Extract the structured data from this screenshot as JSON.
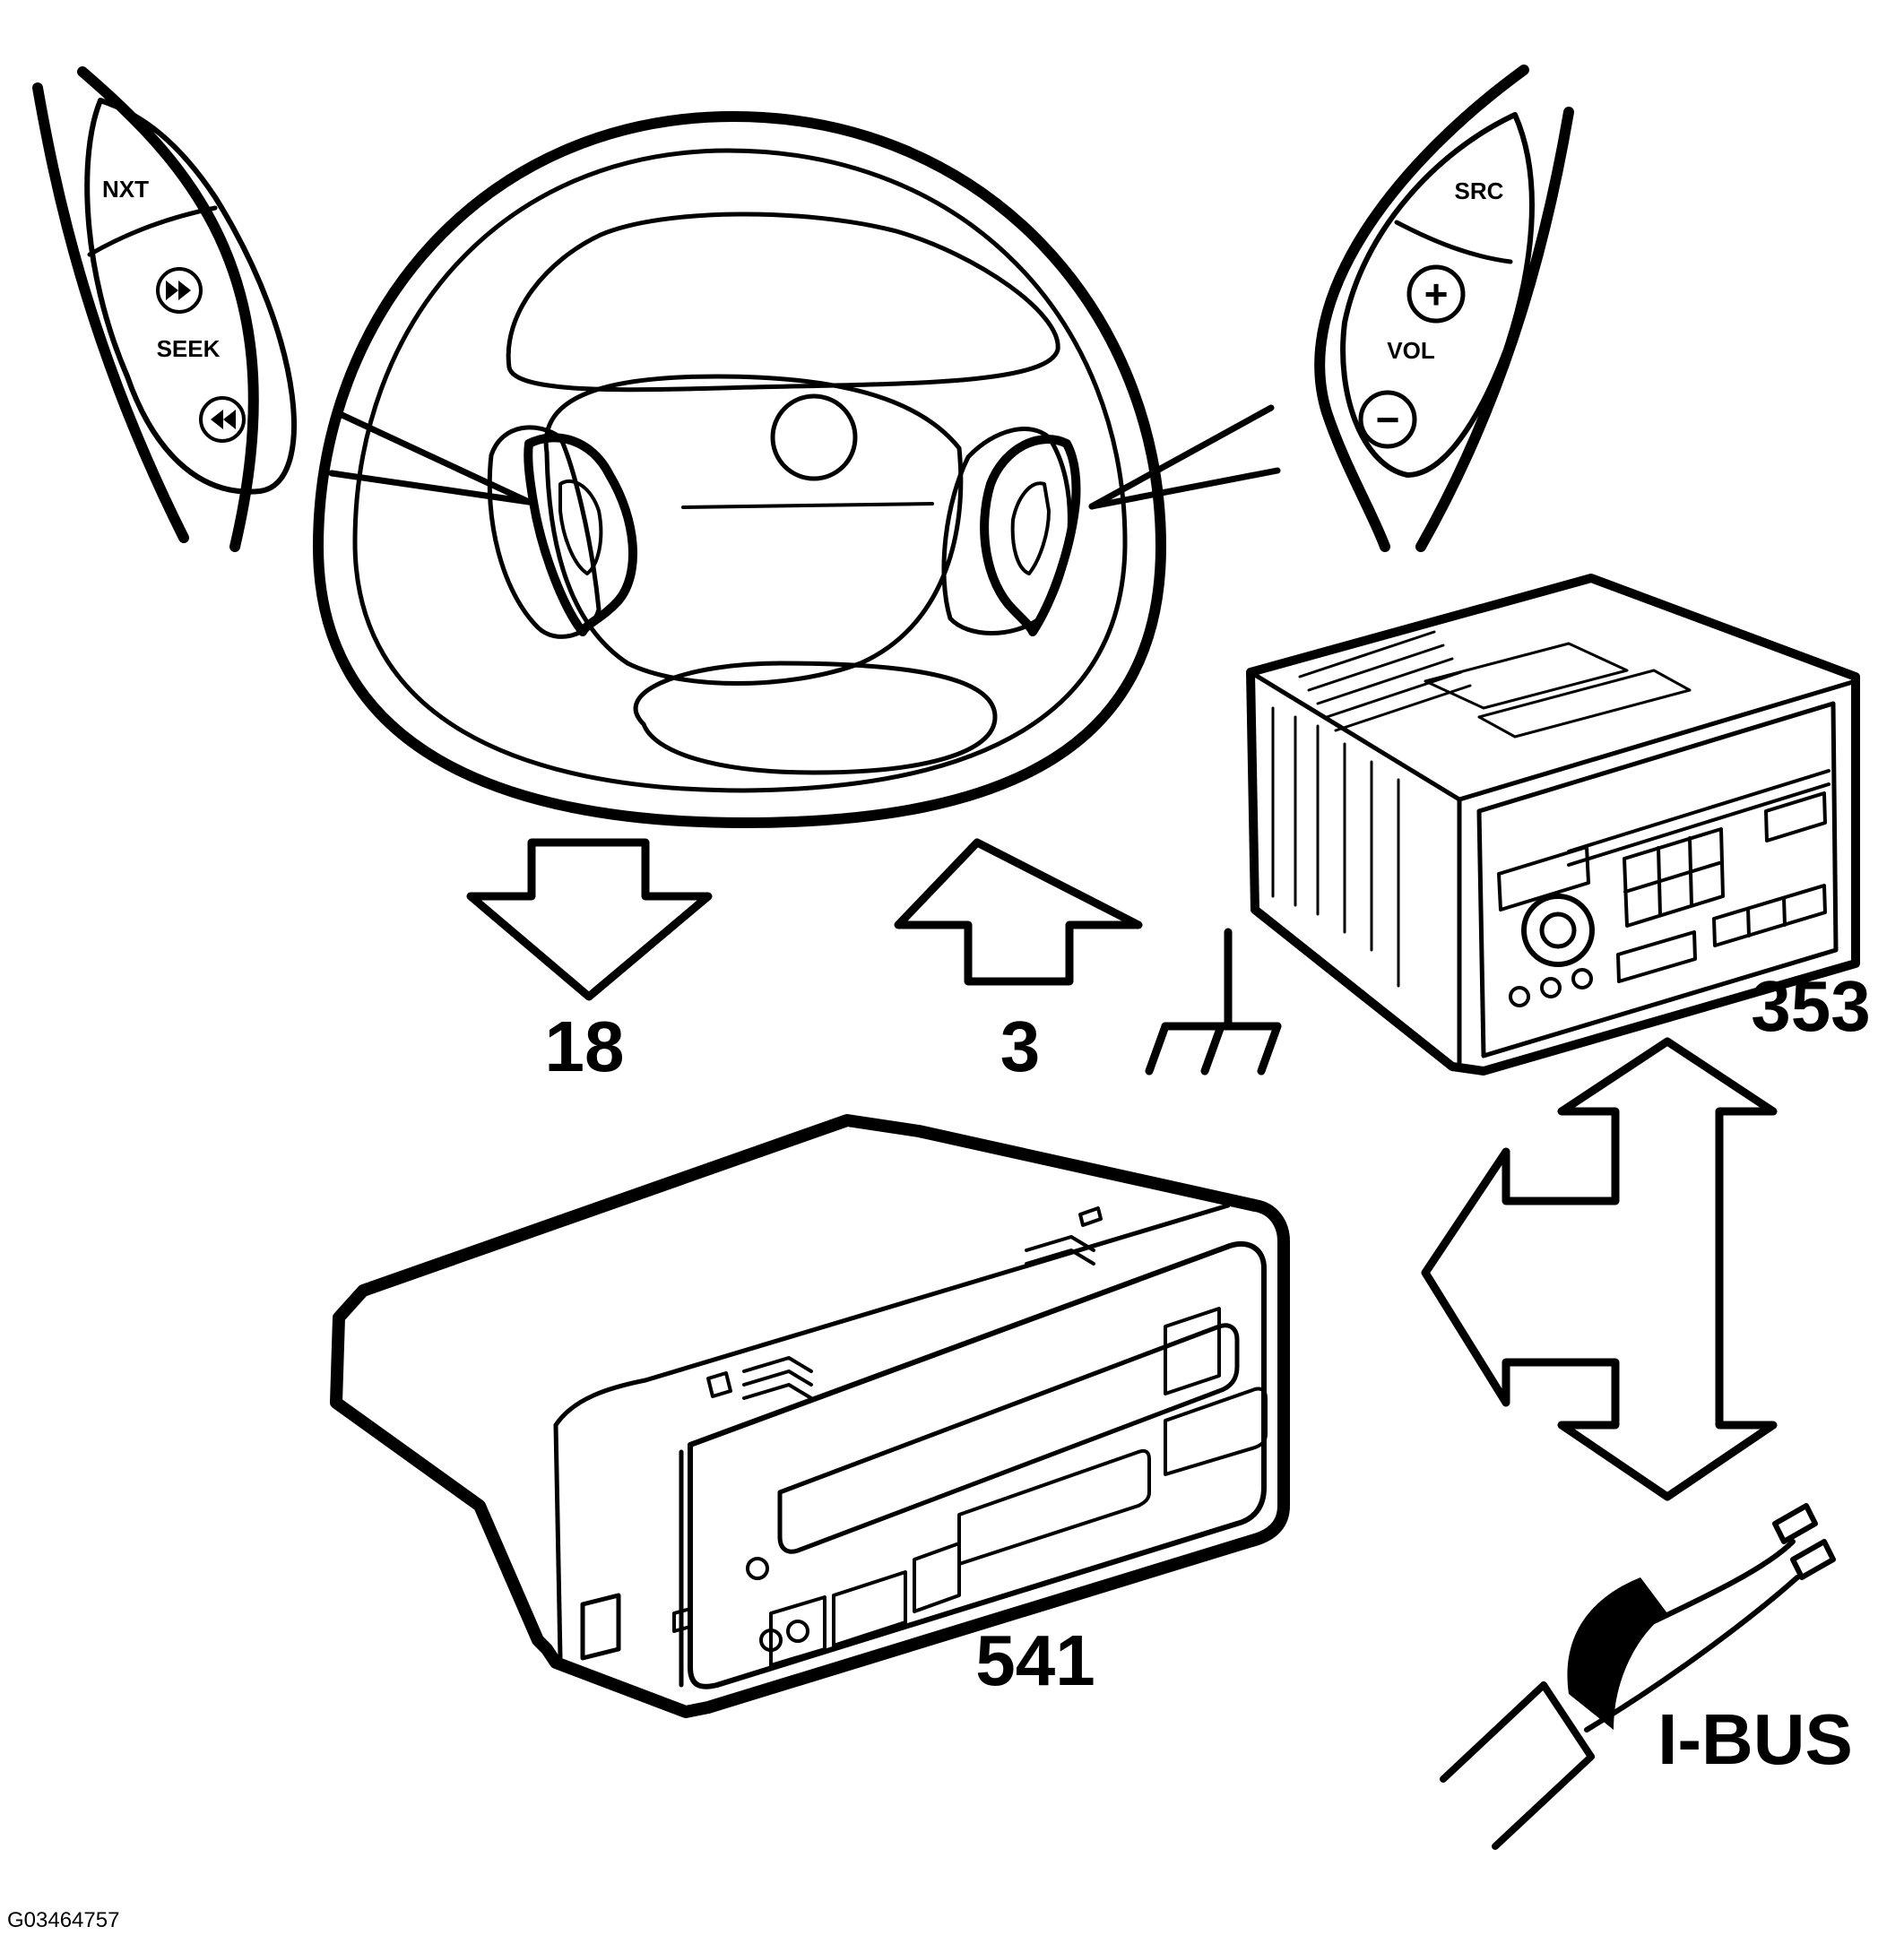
{
  "left_switch": {
    "next_label": "NXT",
    "seek_label": "SEEK"
  },
  "right_switch": {
    "source_label": "SRC",
    "volume_label": "VOL",
    "plus_symbol": "+",
    "minus_symbol": "−"
  },
  "callouts": {
    "down_arrow_number": "18",
    "up_arrow_number": "3",
    "radio_number": "353",
    "cd_changer_number": "541",
    "bus_label": "I-BUS"
  },
  "figure_id": "G03464757",
  "colors": {
    "ink": "#000000",
    "paper": "#ffffff"
  },
  "icons": [
    "fast-forward-icon",
    "rewind-icon",
    "plus-icon",
    "minus-icon",
    "ground-icon"
  ]
}
